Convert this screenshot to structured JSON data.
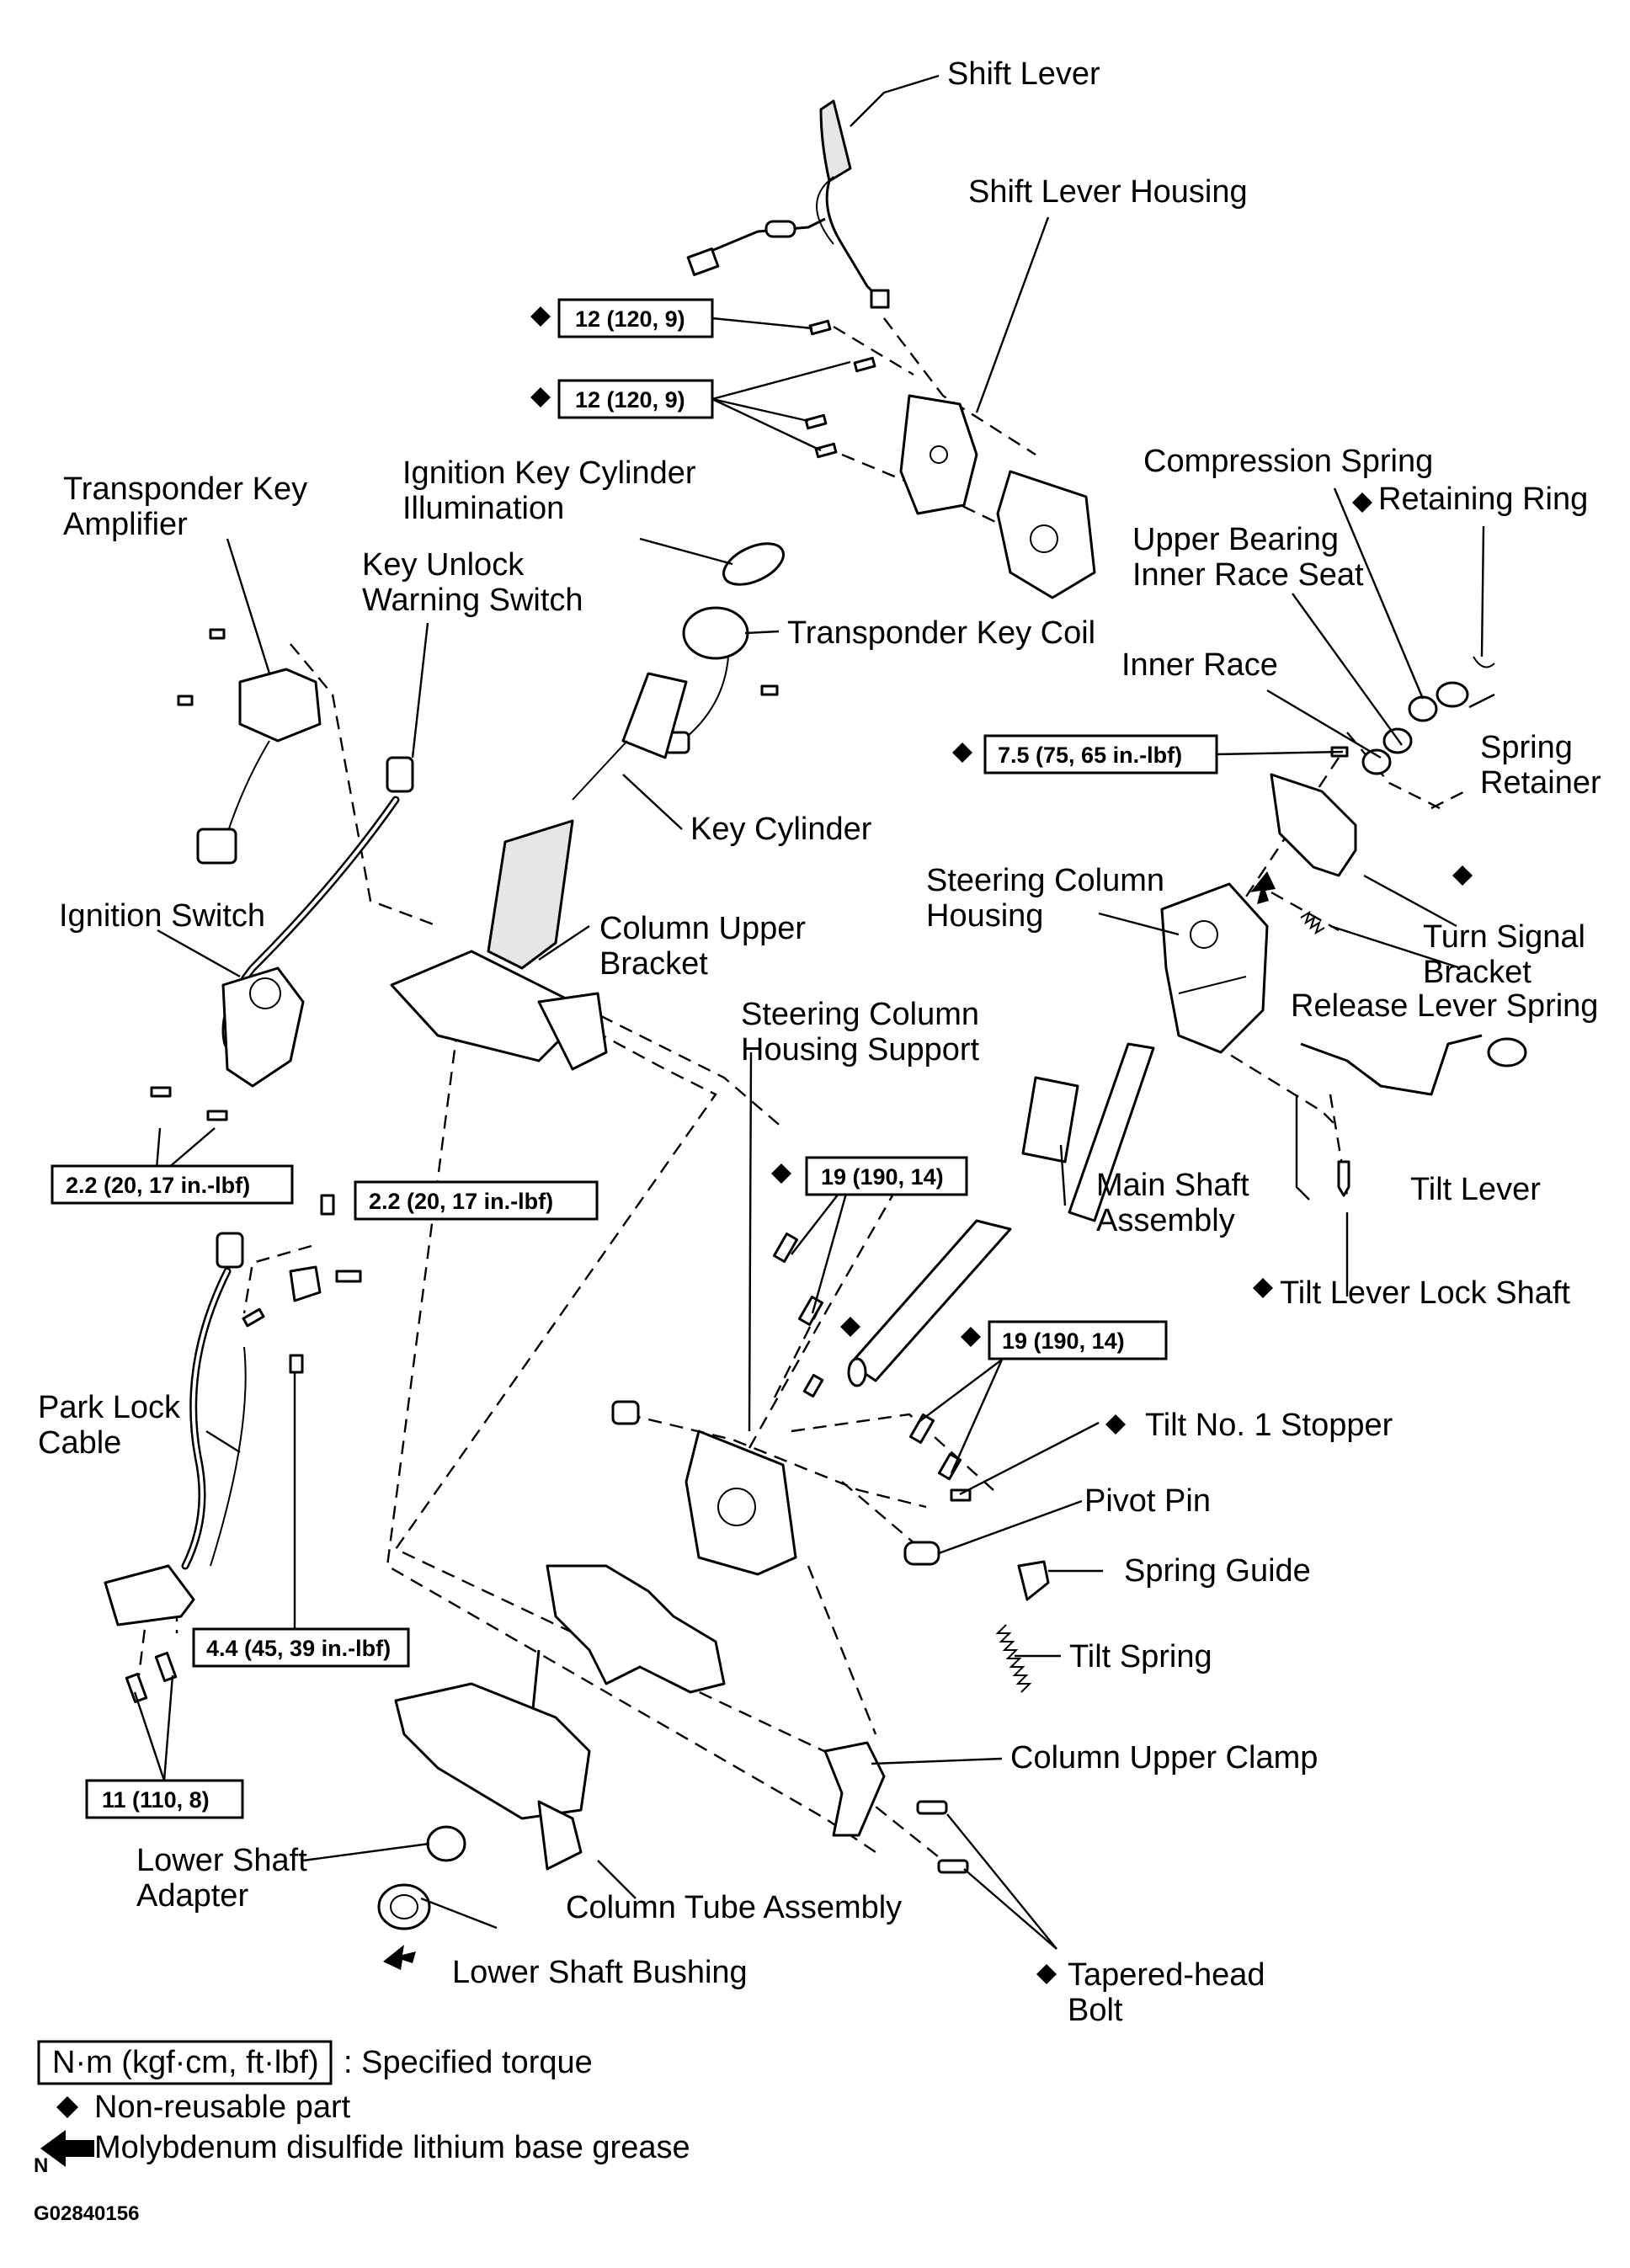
{
  "labels": {
    "shift_lever": "Shift Lever",
    "shift_lever_housing": "Shift Lever Housing",
    "compression_spring": "Compression Spring",
    "retaining_ring": "Retaining Ring",
    "transponder_key_amplifier_1": "Transponder Key",
    "transponder_key_amplifier_2": "Amplifier",
    "ignition_key_cylinder_illumination_1": "Ignition Key Cylinder",
    "ignition_key_cylinder_illumination_2": "Illumination",
    "upper_bearing_inner_race_seat_1": "Upper Bearing",
    "upper_bearing_inner_race_seat_2": "Inner Race Seat",
    "key_unlock_warning_switch_1": "Key Unlock",
    "key_unlock_warning_switch_2": "Warning Switch",
    "transponder_key_coil": "Transponder Key Coil",
    "inner_race": "Inner Race",
    "spring_retainer_1": "Spring",
    "spring_retainer_2": "Retainer",
    "key_cylinder": "Key Cylinder",
    "steering_column_housing_1": "Steering Column",
    "steering_column_housing_2": "Housing",
    "ignition_switch": "Ignition Switch",
    "column_upper_bracket_1": "Column Upper",
    "column_upper_bracket_2": "Bracket",
    "turn_signal_bracket_1": "Turn Signal",
    "turn_signal_bracket_2": "Bracket",
    "release_lever_spring": "Release Lever Spring",
    "steering_column_housing_support_1": "Steering Column",
    "steering_column_housing_support_2": "Housing Support",
    "main_shaft_assembly_1": "Main Shaft",
    "main_shaft_assembly_2": "Assembly",
    "tilt_lever": "Tilt Lever",
    "tilt_lever_lock_shaft": "Tilt Lever Lock Shaft",
    "park_lock_cable_1": "Park Lock",
    "park_lock_cable_2": "Cable",
    "tilt_no1_stopper": "Tilt No. 1 Stopper",
    "pivot_pin": "Pivot Pin",
    "spring_guide": "Spring Guide",
    "tilt_spring": "Tilt Spring",
    "column_upper_clamp": "Column Upper Clamp",
    "lower_shaft_adapter_1": "Lower Shaft",
    "lower_shaft_adapter_2": "Adapter",
    "column_tube_assembly": "Column Tube Assembly",
    "lower_shaft_bushing": "Lower Shaft Bushing",
    "tapered_head_bolt_1": "Tapered-head",
    "tapered_head_bolt_2": "Bolt"
  },
  "torques": {
    "shift_lever_bolt": "12 (120, 9)",
    "shift_housing_bolts": "12 (120, 9)",
    "turn_signal_bracket_bolt": "7.5 (75, 65 in.-lbf)",
    "ignition_switch_screws": "2.2 (20, 17 in.-lbf)",
    "key_unlock_screw": "2.2 (20, 17 in.-lbf)",
    "housing_support_bolts": "19 (190, 14)",
    "pivot_bolts": "19 (190, 14)",
    "park_lock_screw": "4.4 (45, 39 in.-lbf)",
    "park_lock_bolts": "11 (110, 8)"
  },
  "legend": {
    "torque_unit": "N·m (kgf·cm, ft·lbf)",
    "torque_desc": ": Specified torque",
    "non_reusable": "Non-reusable part",
    "grease": "Molybdenum disulfide lithium base grease",
    "north": "N"
  },
  "figure_id": "G02840156",
  "colors": {
    "ink": "#000000",
    "paper": "#ffffff",
    "shade": "#e6e6e6"
  }
}
